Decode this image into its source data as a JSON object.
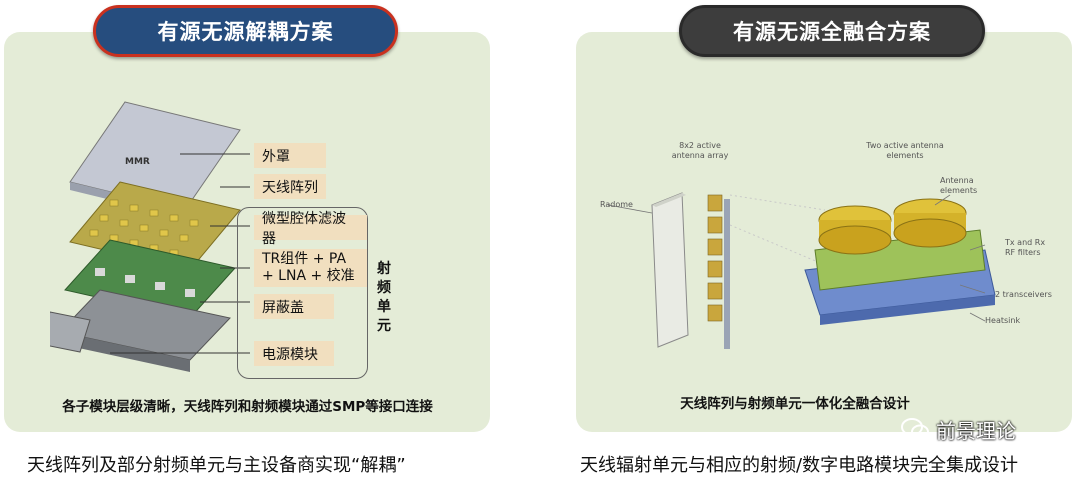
{
  "left": {
    "title": "有源无源解耦方案",
    "labels": [
      "外罩",
      "天线阵列",
      "微型腔体滤波器",
      "TR组件 + PA + LNA + 校准",
      "屏蔽盖",
      "电源模块"
    ],
    "group_label": "射频单元",
    "inner_caption": "各子模块层级清晰，天线阵列和射频模块通过SMP等接口连接",
    "outer_caption": "天线阵列及部分射频单元与主设备商实现“解耦”"
  },
  "right": {
    "title": "有源无源全融合方案",
    "fig_labels": {
      "array": "8x2 active antenna array",
      "elements_top": "Two active antenna elements",
      "radome": "Radome",
      "antenna_elements": "Antenna elements",
      "filters": "Tx and Rx RF filters",
      "transceivers": "2 transceivers",
      "heatsink": "Heatsink"
    },
    "inner_caption": "天线阵列与射频单元一体化全融合设计",
    "outer_caption": "天线辐射单元与相应的射频/数字电路模块完全集成设计"
  },
  "watermark": "前景理论",
  "colors": {
    "panel": "#e4ecd7",
    "pill_left": "#264d7e",
    "pill_left_border": "#c9311f",
    "pill_right": "#3d3d3d",
    "label_bg": "#f1dfbf"
  }
}
